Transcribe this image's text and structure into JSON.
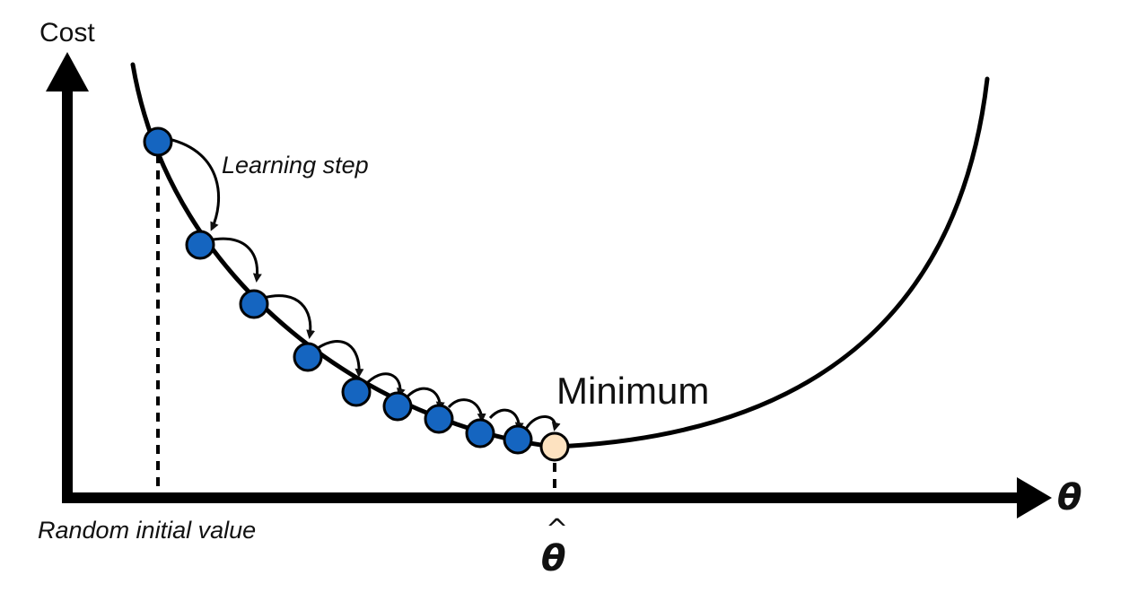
{
  "labels": {
    "y_axis": "Cost",
    "x_axis": "θ",
    "learning_step": "Learning step",
    "random_initial": "Random initial value",
    "minimum": "Minimum",
    "theta_hat_symbol": "θ",
    "theta_hat_accent": "^"
  },
  "colors": {
    "step_point": "#1565c0",
    "minimum_point": "#fde2c0",
    "stroke": "#111111"
  },
  "steps": {
    "count": 9,
    "description_icon": "curved-arrow-icon"
  }
}
